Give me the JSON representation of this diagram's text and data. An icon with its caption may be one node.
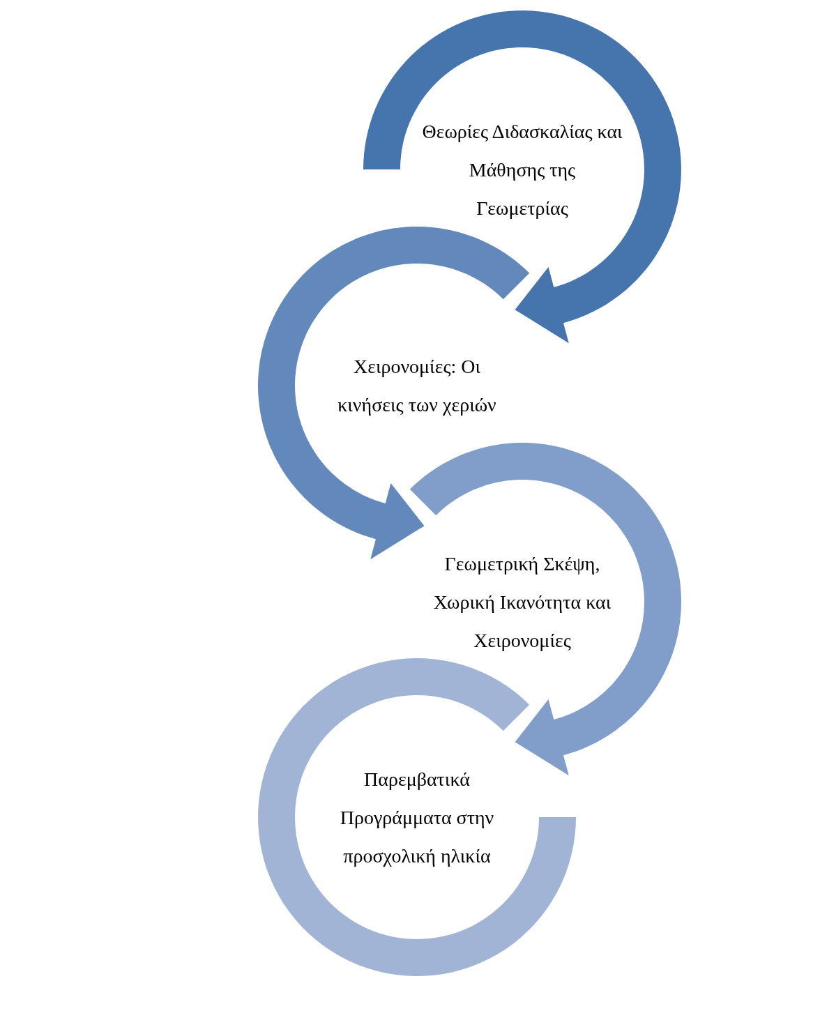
{
  "diagram": {
    "nodes": [
      {
        "text": [
          "Θεωρίες Διδασκαλίας και Μάθησης της Γεωμετρίας"
        ]
      },
      {
        "text": [
          "Χειρονομίες: Οι κινήσεις των χεριών"
        ]
      },
      {
        "text": [
          "Γεωμετρική Σκέψη, Χωρική Ικανότητα και Χειρονομίες"
        ]
      },
      {
        "text": [
          "Παρεμβατικά Προγράμματα στην προσχολική ηλικία"
        ]
      }
    ]
  }
}
